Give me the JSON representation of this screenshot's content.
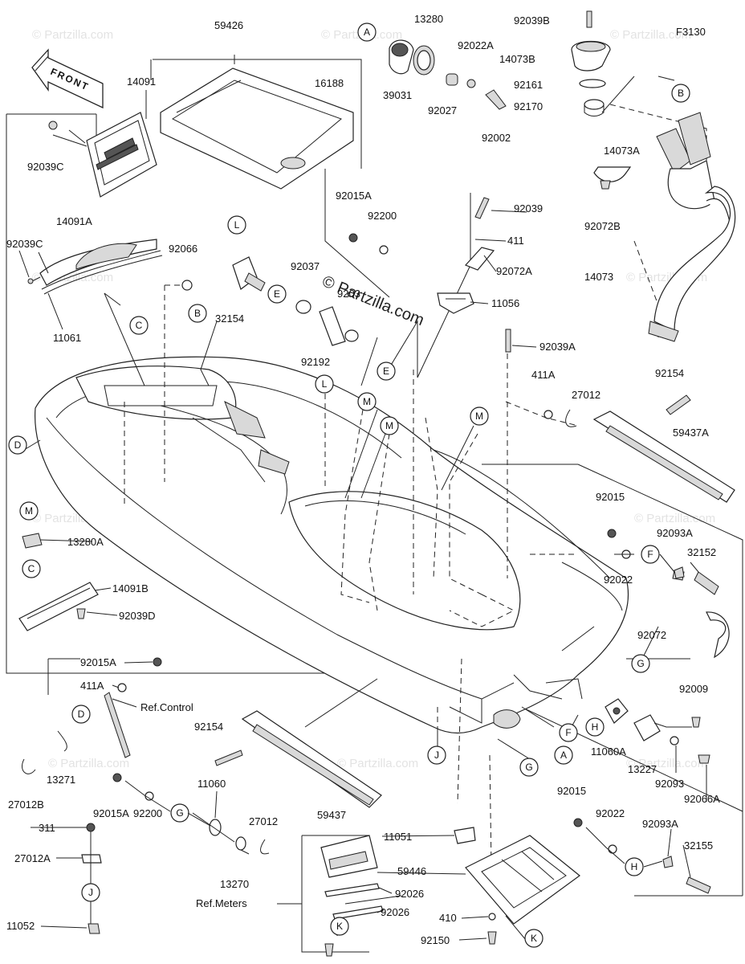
{
  "figure_code": "F3130",
  "watermark": "© Partzilla.com",
  "front_label": "FRONT",
  "refs": {
    "control": "Ref.Control",
    "meters": "Ref.Meters"
  },
  "parts": {
    "p59426": "59426",
    "p16188": "16188",
    "p14091": "14091",
    "p92039C_a": "92039C",
    "p14091A": "14091A",
    "p92039C_b": "92039C",
    "p11061": "11061",
    "p92066": "92066",
    "p39031": "39031",
    "p13280": "13280",
    "p92022A": "92022A",
    "p92027": "92027",
    "p92002": "92002",
    "p92039B": "92039B",
    "p14073B": "14073B",
    "p92161": "92161",
    "p92170": "92170",
    "p14073A": "14073A",
    "p92072B": "92072B",
    "p14073": "14073",
    "p92015A_a": "92015A",
    "p92200_a": "92200",
    "p92039": "92039",
    "p411_a": "411",
    "p92072A": "92072A",
    "p11056": "11056",
    "p92037": "92037",
    "p92037b": "9203",
    "p32154": "32154",
    "p92192": "92192",
    "p92039A": "92039A",
    "p411A_a": "411A",
    "p27012_a": "27012",
    "p92154_a": "92154",
    "p59437A": "59437A",
    "p92015_a": "92015",
    "p92093A_a": "92093A",
    "p32152": "32152",
    "p92022_a": "92022",
    "p92072": "92072",
    "p13280A": "13280A",
    "p14091B": "14091B",
    "p92039D": "92039D",
    "p92015A_b": "92015A",
    "p411A_b": "411A",
    "p13271": "13271",
    "p27012B": "27012B",
    "p92154_b": "92154",
    "p11060": "11060",
    "p59437": "59437",
    "p92015A_c": "92015A",
    "p92200_b": "92200",
    "p311": "311",
    "p27012A": "27012A",
    "p11052": "11052",
    "p27012_b": "27012",
    "p13270": "13270",
    "p11051": "11051",
    "p59446": "59446",
    "p92026_a": "92026",
    "p92026_b": "92026",
    "p410": "410",
    "p92150": "92150",
    "p92009": "92009",
    "p11060A": "11060A",
    "p13227": "13227",
    "p92093": "92093",
    "p92066A": "92066A",
    "p92015_b": "92015",
    "p92022_b": "92022",
    "p92093A_b": "92093A",
    "p32155": "32155"
  },
  "callouts": [
    "A",
    "B",
    "C",
    "D",
    "E",
    "F",
    "G",
    "H",
    "J",
    "K",
    "L",
    "M"
  ]
}
